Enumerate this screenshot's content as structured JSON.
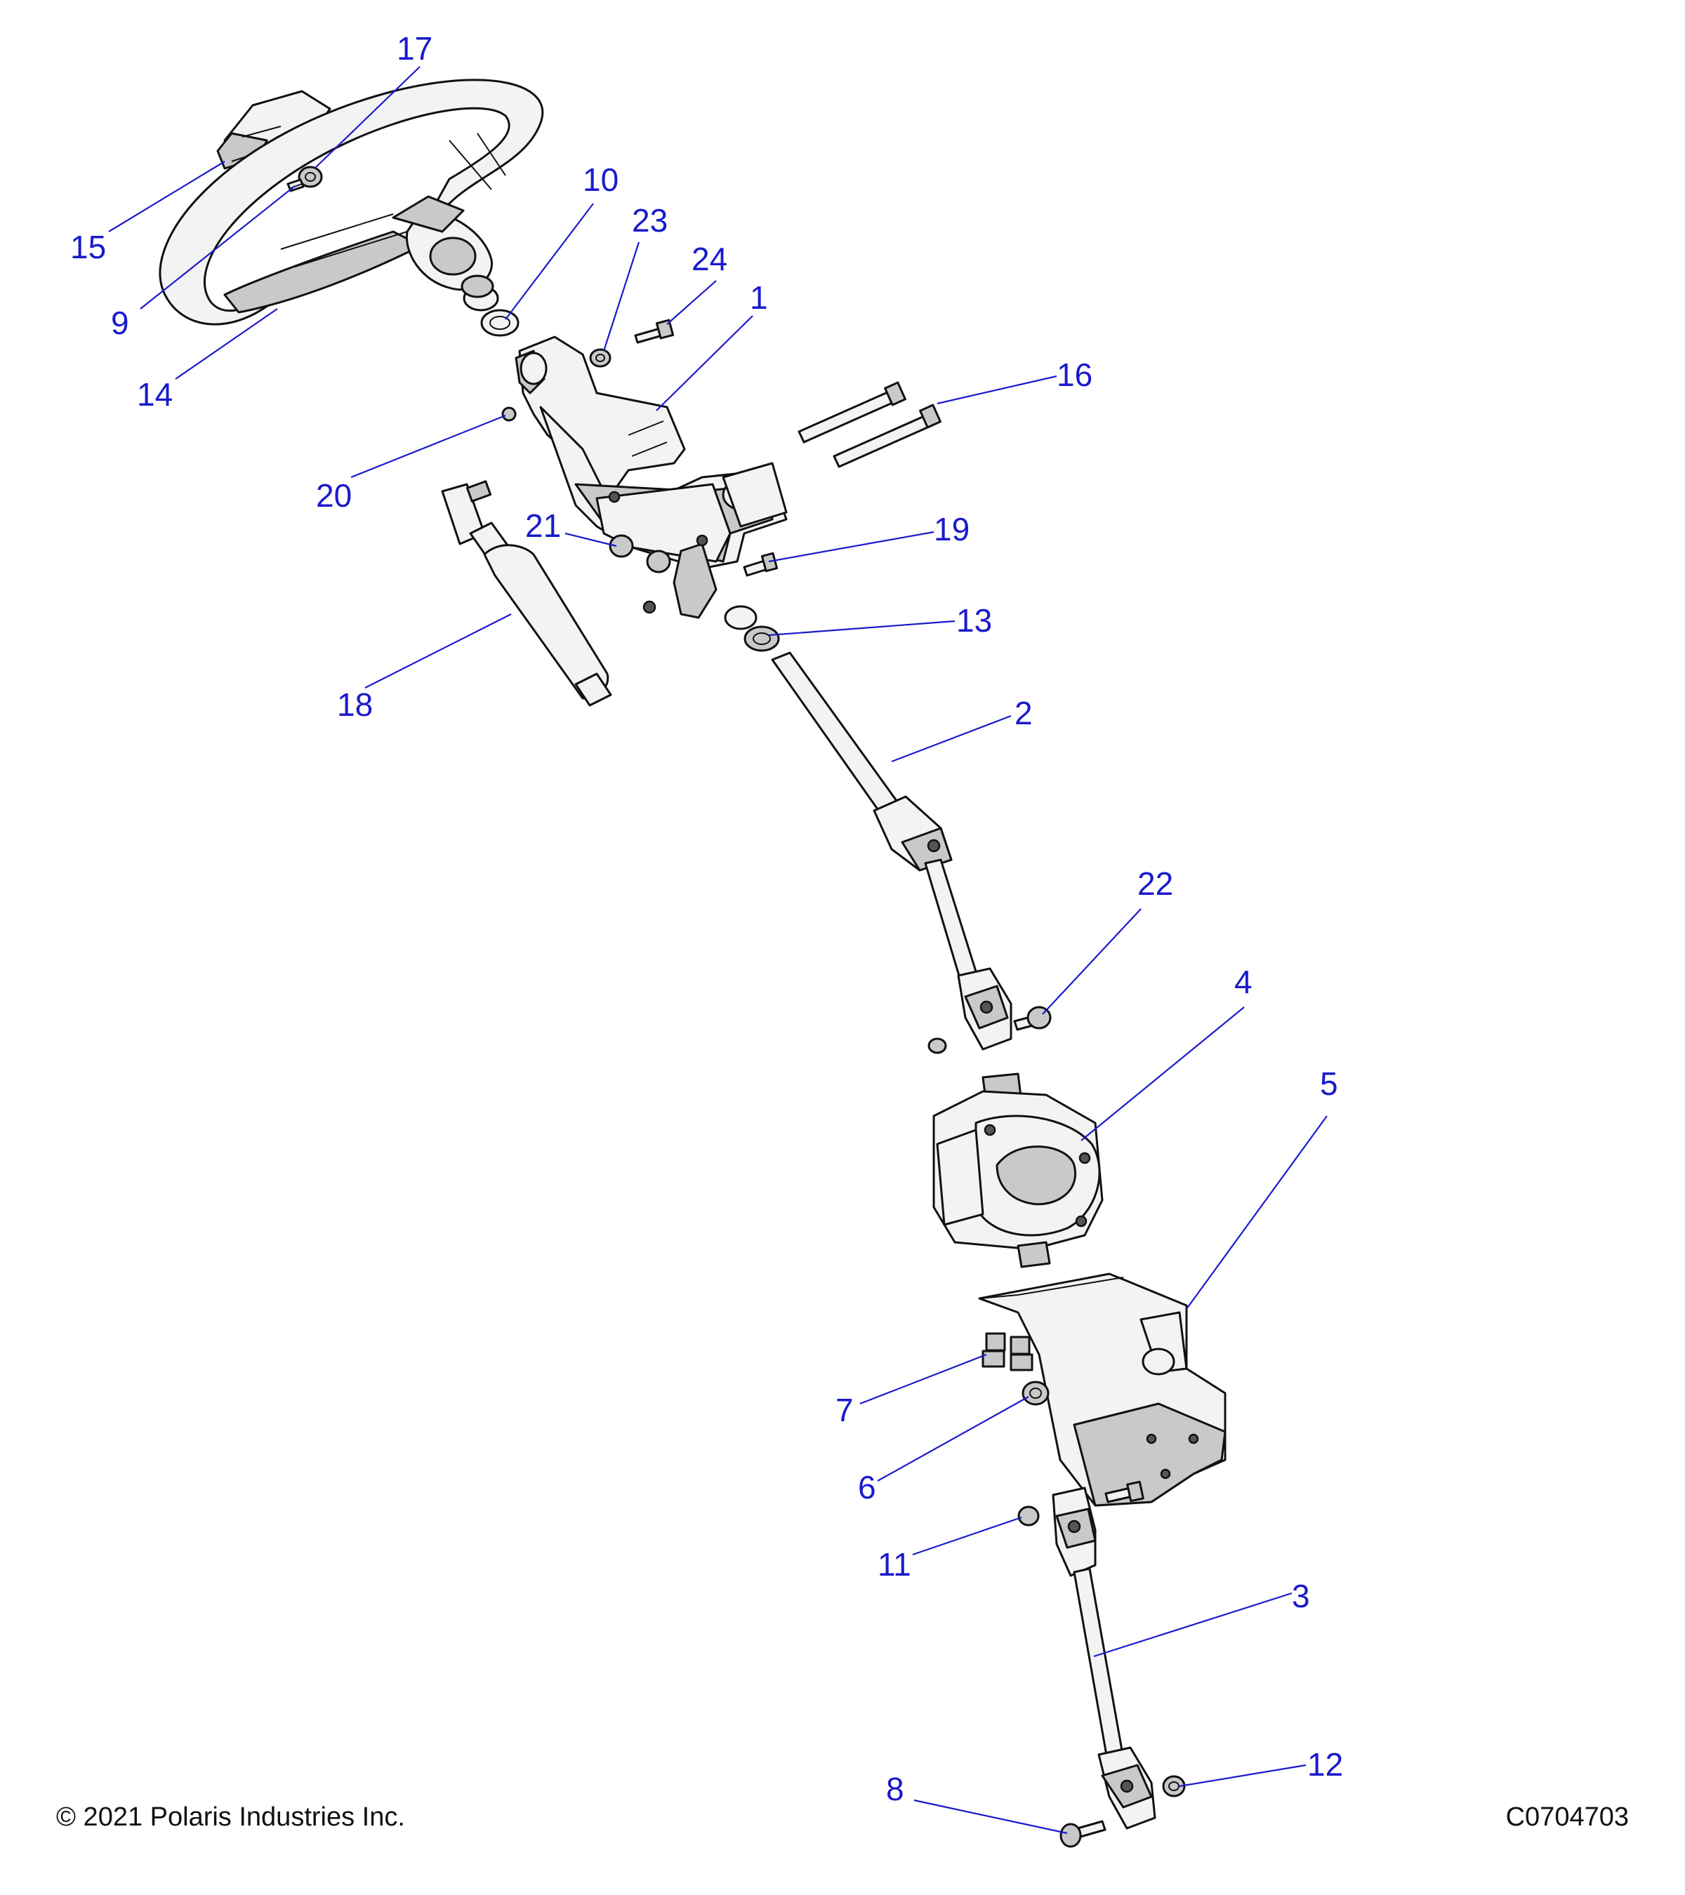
{
  "diagram": {
    "callouts": [
      {
        "id": "17",
        "label": "17"
      },
      {
        "id": "15",
        "label": "15"
      },
      {
        "id": "9",
        "label": "9"
      },
      {
        "id": "14",
        "label": "14"
      },
      {
        "id": "10",
        "label": "10"
      },
      {
        "id": "23",
        "label": "23"
      },
      {
        "id": "24",
        "label": "24"
      },
      {
        "id": "1",
        "label": "1"
      },
      {
        "id": "16",
        "label": "16"
      },
      {
        "id": "20",
        "label": "20"
      },
      {
        "id": "21",
        "label": "21"
      },
      {
        "id": "19",
        "label": "19"
      },
      {
        "id": "13",
        "label": "13"
      },
      {
        "id": "18",
        "label": "18"
      },
      {
        "id": "2",
        "label": "2"
      },
      {
        "id": "22",
        "label": "22"
      },
      {
        "id": "4",
        "label": "4"
      },
      {
        "id": "5",
        "label": "5"
      },
      {
        "id": "7",
        "label": "7"
      },
      {
        "id": "6",
        "label": "6"
      },
      {
        "id": "11",
        "label": "11"
      },
      {
        "id": "3",
        "label": "3"
      },
      {
        "id": "12",
        "label": "12"
      },
      {
        "id": "8",
        "label": "8"
      }
    ],
    "colors": {
      "callout": "#1a1acc",
      "part_outline": "#111111",
      "part_fill": "#f3f3f3",
      "part_shade": "#c9c9c9"
    }
  },
  "footer": {
    "copyright": "© 2021 Polaris Industries Inc.",
    "drawing_id": "C0704703"
  }
}
